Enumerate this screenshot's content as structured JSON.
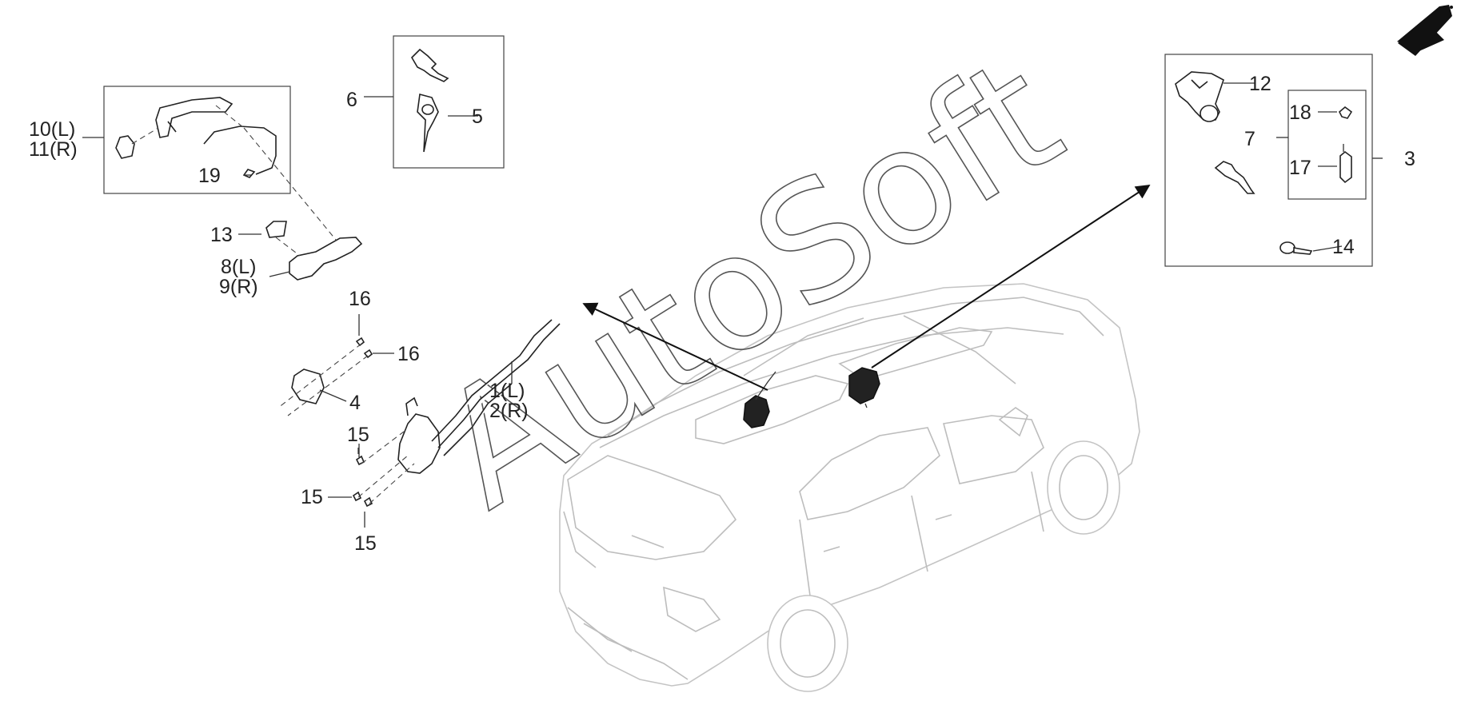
{
  "watermark": "AutoSoft",
  "callouts": {
    "c1": "1(L)",
    "c2": "2(R)",
    "c3": "3",
    "c4": "4",
    "c5": "5",
    "c6": "6",
    "c7": "7",
    "c8": "8(L)",
    "c9": "9(R)",
    "c10": "10(L)",
    "c11": "11(R)",
    "c12": "12",
    "c13": "13",
    "c14": "14",
    "c15a": "15",
    "c15b": "15",
    "c15c": "15",
    "c16a": "16",
    "c16b": "16",
    "c17": "17",
    "c18": "18",
    "c19": "19"
  },
  "icons": {
    "north": "direction-arrow-icon"
  }
}
